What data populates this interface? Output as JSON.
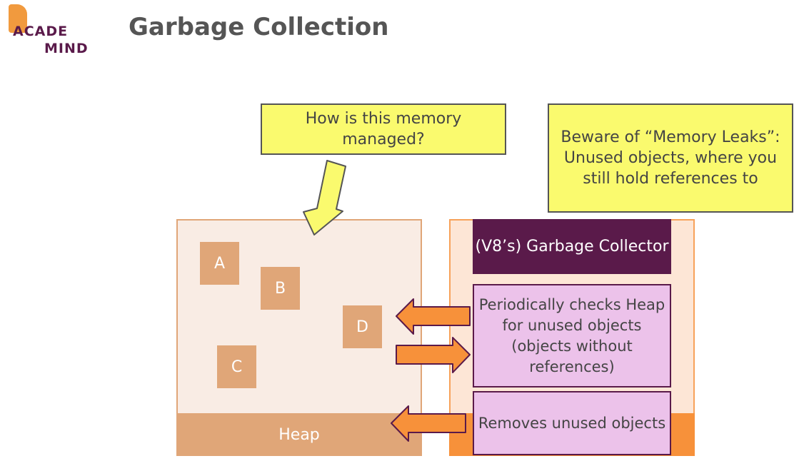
{
  "brand": {
    "logo_line1": "ACADE",
    "logo_line2": "MIND"
  },
  "page": {
    "title": "Garbage Collection"
  },
  "callouts": {
    "question": "How is this memory managed?",
    "warning": "Beware of “Memory Leaks”: Unused objects, where you still hold references to"
  },
  "heap": {
    "label": "Heap",
    "objects": [
      "A",
      "B",
      "C",
      "D"
    ]
  },
  "collector": {
    "title": "(V8’s) Garbage Collector",
    "check_text": "Periodically checks Heap for unused objects (objects without references)",
    "remove_text": "Removes unused objects"
  },
  "colors": {
    "callout_fill": "#fafa6e",
    "heap_fill": "#f9ece4",
    "heap_object": "#e0a678",
    "collector_fill": "#fde6d6",
    "collector_title": "#5a1a4a",
    "collector_box": "#ecc2ea",
    "arrow": "#f7913a"
  }
}
